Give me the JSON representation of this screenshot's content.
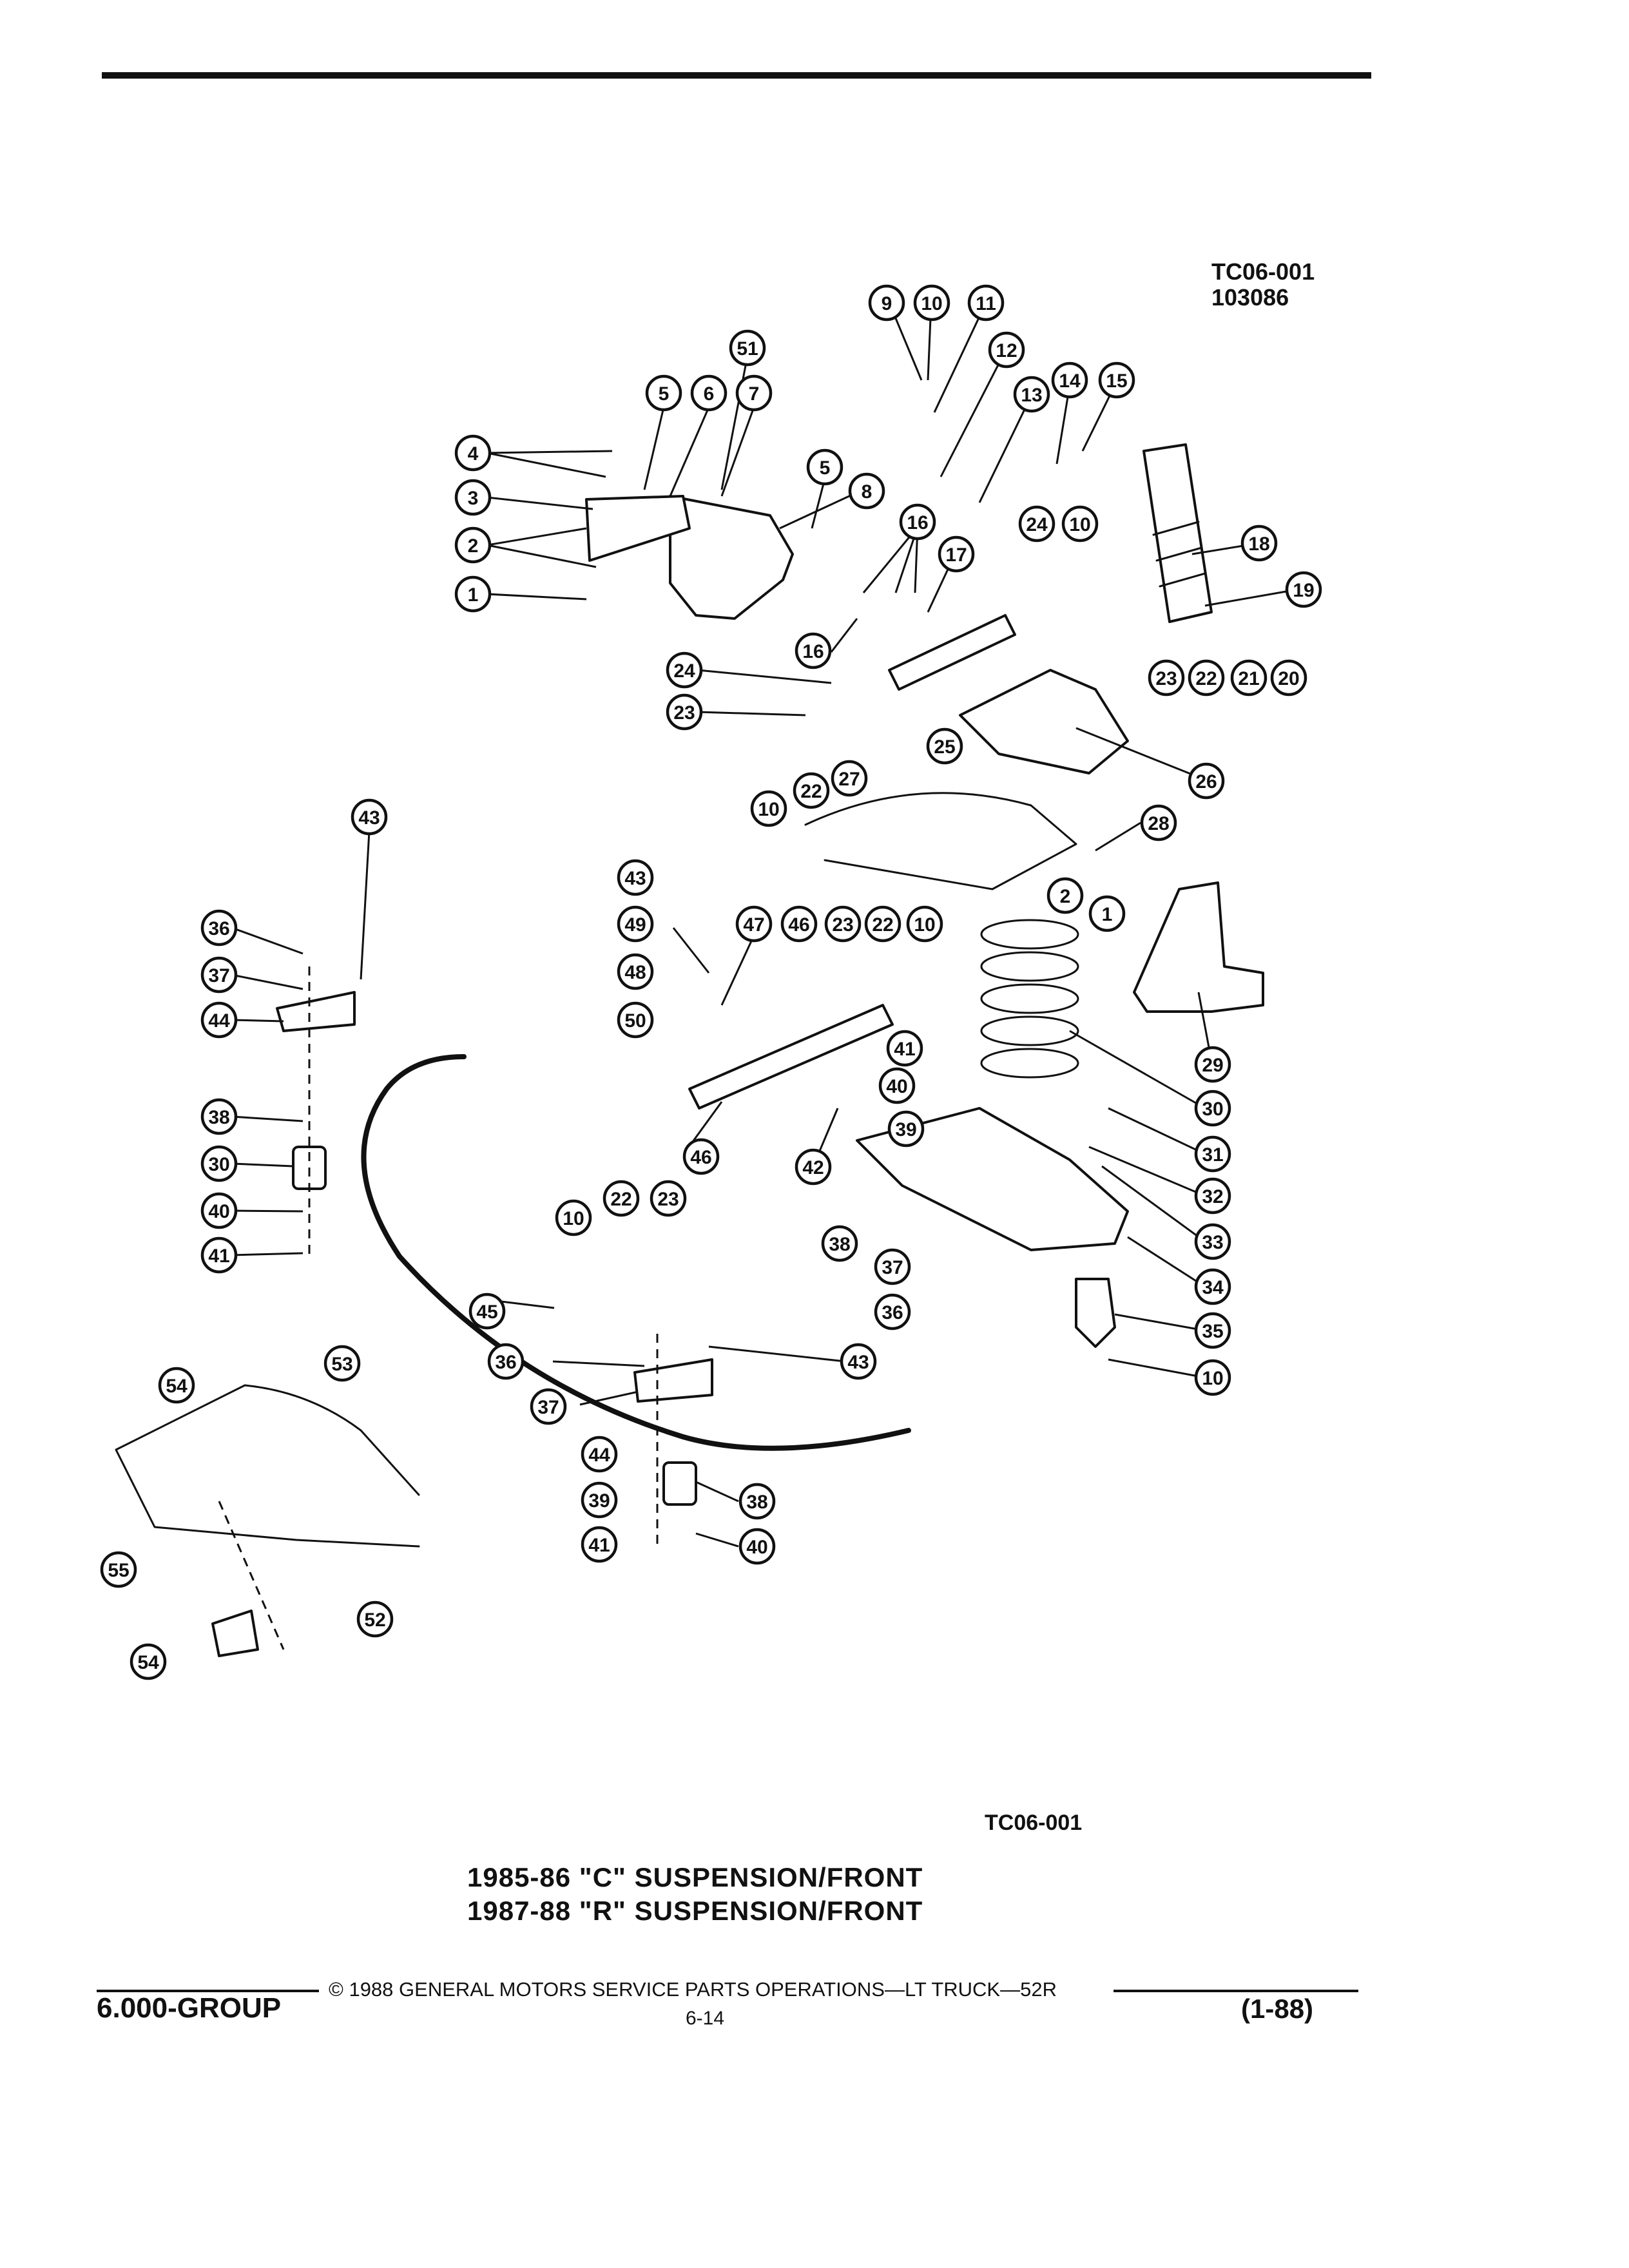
{
  "figure_id": [
    "TC06-001",
    "103086"
  ],
  "figure_code_lower": "TC06-001",
  "caption": [
    "1985-86 \"C\" SUSPENSION/FRONT",
    "1987-88 \"R\" SUSPENSION/FRONT"
  ],
  "footer": {
    "section": "6.000-GROUP",
    "copyright": "© 1988 GENERAL MOTORS SERVICE PARTS OPERATIONS—LT TRUCK—52R",
    "page": "6-14",
    "revision": "(1-88)"
  },
  "callouts": [
    "1",
    "2",
    "3",
    "4",
    "5",
    "6",
    "7",
    "8",
    "9",
    "10",
    "11",
    "12",
    "13",
    "14",
    "15",
    "16",
    "17",
    "18",
    "19",
    "20",
    "21",
    "22",
    "23",
    "24",
    "25",
    "26",
    "27",
    "28",
    "29",
    "30",
    "31",
    "32",
    "33",
    "34",
    "35",
    "36",
    "37",
    "38",
    "39",
    "40",
    "41",
    "42",
    "43",
    "44",
    "45",
    "46",
    "47",
    "48",
    "49",
    "50",
    "51",
    "52",
    "53",
    "54",
    "55"
  ]
}
